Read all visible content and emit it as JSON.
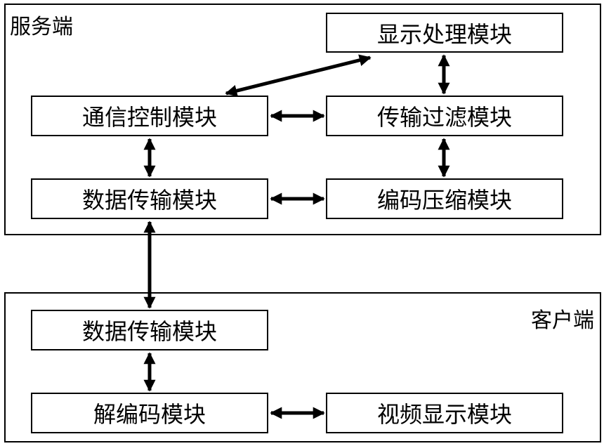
{
  "server": {
    "label": "服务端",
    "modules": {
      "display_processing": "显示处理模块",
      "comm_control": "通信控制模块",
      "transmission_filter": "传输过滤模块",
      "data_transmission": "数据传输模块",
      "encode_compress": "编码压缩模块"
    }
  },
  "client": {
    "label": "客户端",
    "modules": {
      "data_transmission": "数据传输模块",
      "decode": "解编码模块",
      "video_display": "视频显示模块"
    }
  }
}
